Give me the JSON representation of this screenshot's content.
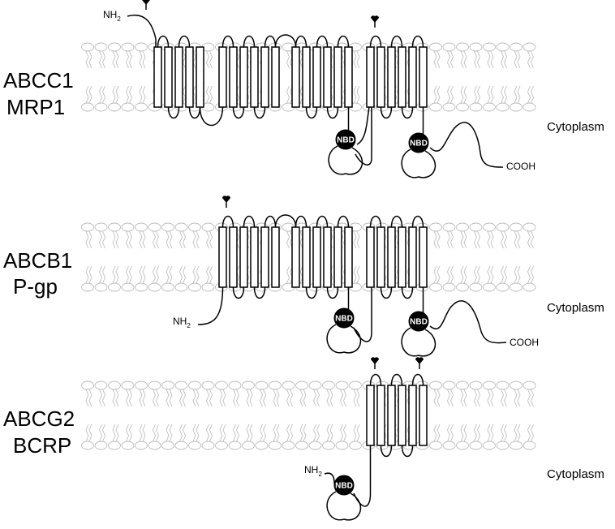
{
  "panels": [
    {
      "id": "abcc1",
      "name_line1": "ABCC1",
      "name_line2": "MRP1",
      "n_term": "NH",
      "n_sub": "2",
      "c_term": "COOH",
      "nbd_labels": [
        "NBD",
        "NBD"
      ],
      "cytoplasm": "Cytoplasm"
    },
    {
      "id": "abcb1",
      "name_line1": "ABCB1",
      "name_line2": "P-gp",
      "n_term": "NH",
      "n_sub": "2",
      "c_term": "COOH",
      "nbd_labels": [
        "NBD",
        "NBD"
      ],
      "cytoplasm": "Cytoplasm"
    },
    {
      "id": "abcg2",
      "name_line1": "ABCG2",
      "name_line2": "BCRP",
      "n_term": "NH",
      "n_sub": "2",
      "nbd_labels": [
        "NBD"
      ],
      "cytoplasm": "Cytoplasm"
    }
  ],
  "colors": {
    "membrane": "#bdbdbd",
    "protein": "#000000",
    "nbd_fill": "#000000"
  }
}
